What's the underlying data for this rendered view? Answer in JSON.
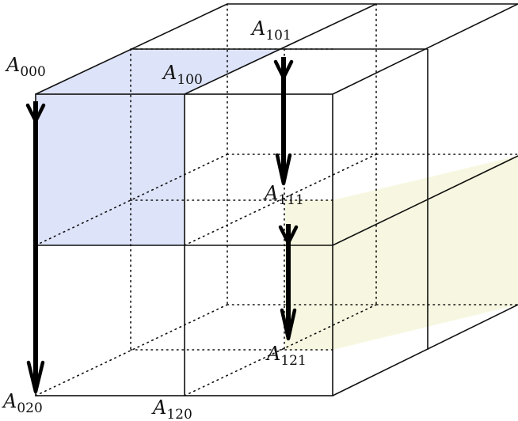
{
  "labels": {
    "a000": {
      "base": "A",
      "sub": "000"
    },
    "a100": {
      "base": "A",
      "sub": "100"
    },
    "a101": {
      "base": "A",
      "sub": "101"
    },
    "a111": {
      "base": "A",
      "sub": "111"
    },
    "a121": {
      "base": "A",
      "sub": "121"
    },
    "a020": {
      "base": "A",
      "sub": "020"
    },
    "a120": {
      "base": "A",
      "sub": "120"
    }
  },
  "colors": {
    "blue_face": "#dde3f8",
    "yellow_face": "#f7f7e1",
    "edge": "#111111"
  }
}
